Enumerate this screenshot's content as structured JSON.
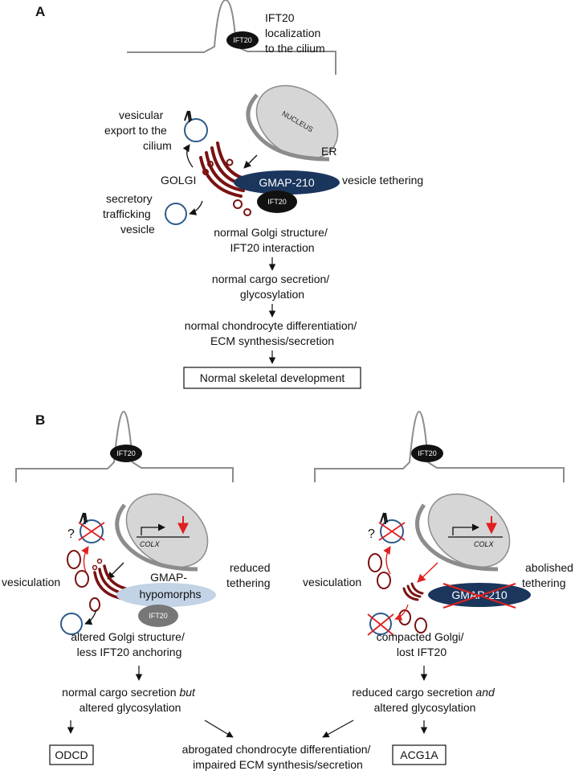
{
  "panel_a": {
    "letter": "A",
    "ift20_badge": "IFT20",
    "ift20_localization": [
      "IFT20",
      "localization",
      "to the cilium"
    ],
    "nucleus": "NUCLEUS",
    "er": "ER",
    "vesicular_export": [
      "vesicular",
      "export to the",
      "cilium"
    ],
    "golgi": "GOLGI",
    "gmap": "GMAP-210",
    "ift20_golgi": "IFT20",
    "vesicle_tethering": "vesicle tethering",
    "secretory": [
      "secretory",
      "trafficking",
      "vesicle"
    ],
    "step1": [
      "normal Golgi structure/",
      "IFT20 interaction"
    ],
    "step2": [
      "normal cargo secretion/",
      "glycosylation"
    ],
    "step3": [
      "normal chondrocyte differentiation/",
      "ECM synthesis/secretion"
    ],
    "outcome": "Normal skeletal development"
  },
  "panel_b": {
    "letter": "B",
    "left": {
      "ift20_badge": "IFT20",
      "question": "?",
      "colx": "COLX",
      "vesiculation": "vesiculation",
      "gmap": [
        "GMAP-",
        "hypomorphs"
      ],
      "ift20_golgi": "IFT20",
      "tethering": [
        "reduced",
        "tethering"
      ],
      "structure": [
        "altered Golgi structure/",
        "less IFT20 anchoring"
      ],
      "secretion_pre": "normal cargo secretion ",
      "secretion_em": "but",
      "secretion_line2": "altered glycosylation",
      "outcome": "ODCD"
    },
    "right": {
      "ift20_badge": "IFT20",
      "question": "?",
      "colx": "COLX",
      "vesiculation": "vesiculation",
      "gmap": "GMAP-210",
      "tethering": [
        "abolished",
        "tethering"
      ],
      "structure": [
        "compacted Golgi/",
        "lost IFT20"
      ],
      "secretion_pre": "reduced cargo secretion ",
      "secretion_em": "and",
      "secretion_line2": "altered glycosylation",
      "outcome": "ACG1A"
    },
    "shared": [
      "abrogated chondrocyte differentiation/",
      "impaired ECM synthesis/secretion"
    ]
  },
  "colors": {
    "golgi": "#7a1212",
    "vesicle_blue": "#2e5a8a",
    "gmap_dark": "#1b365d",
    "gmap_light": "#c3d3e6",
    "nucleus_fill": "#d6d6d6",
    "membrane": "#8c8c8c",
    "red": "#e02020"
  }
}
